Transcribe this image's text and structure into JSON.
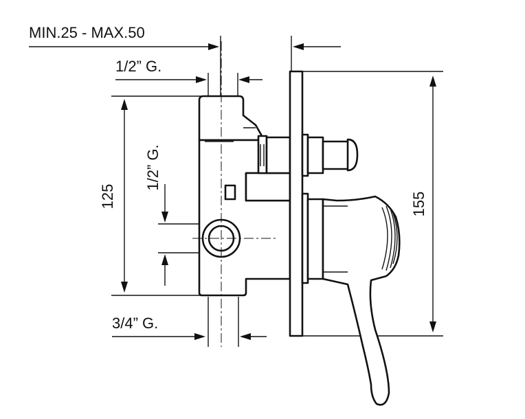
{
  "labels": {
    "wall_depth": "MIN.25 - MAX.50",
    "top_connection": "1/2” G.",
    "side_connection": "1/2” G.",
    "bottom_connection": "3/4” G.",
    "body_height": "125",
    "plate_height": "155"
  },
  "colors": {
    "line": "#111111",
    "background": "#ffffff"
  }
}
